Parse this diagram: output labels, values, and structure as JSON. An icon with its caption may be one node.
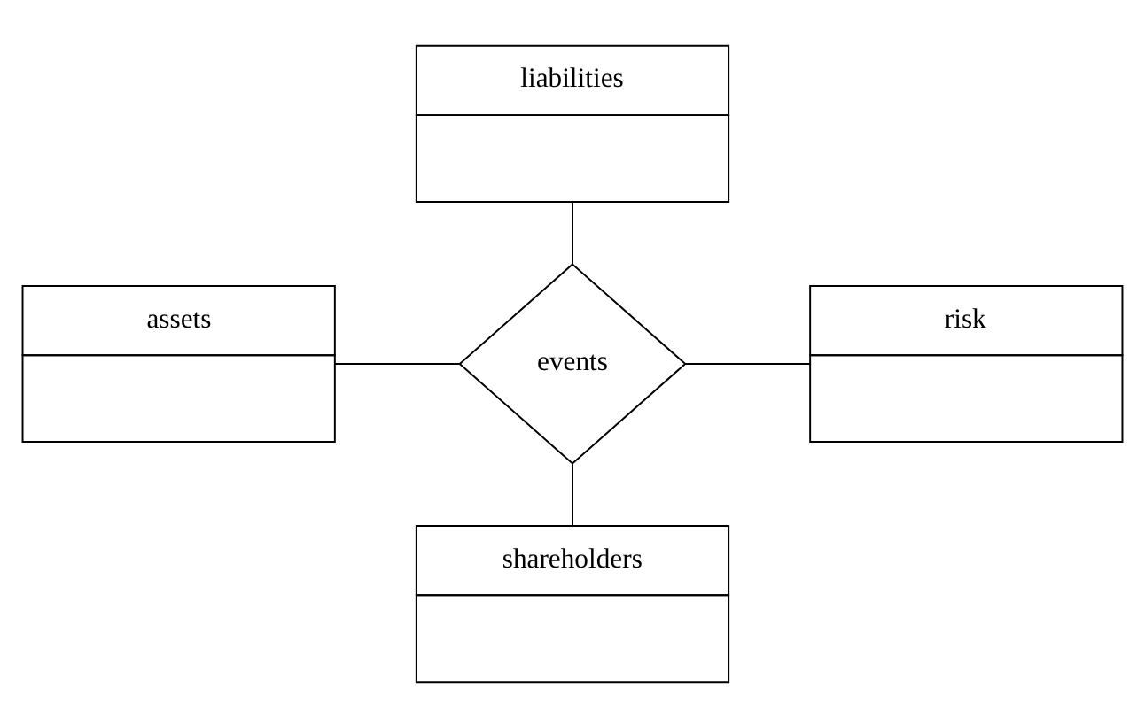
{
  "diagram": {
    "nodes": [
      {
        "text": [
          "liabilities"
        ]
      },
      {
        "text": [
          "assets"
        ]
      },
      {
        "text": [
          "events"
        ]
      },
      {
        "text": [
          "risk"
        ]
      },
      {
        "text": [
          "shareholders"
        ]
      }
    ],
    "edges": [
      {
        "from": 0,
        "to": 2,
        "arrow": "none"
      },
      {
        "from": 1,
        "to": 2,
        "arrow": "none"
      },
      {
        "from": 2,
        "to": 3,
        "arrow": "none"
      },
      {
        "from": 2,
        "to": 4,
        "arrow": "none"
      }
    ]
  }
}
